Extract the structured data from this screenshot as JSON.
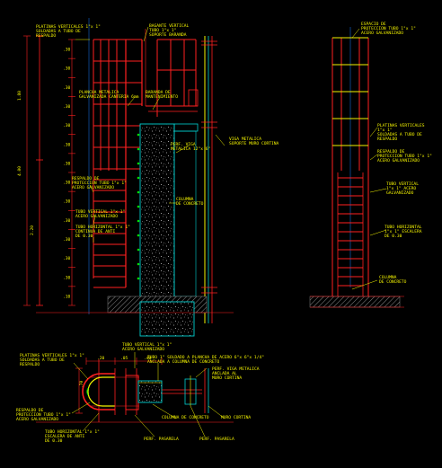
{
  "colors": {
    "background": "#000000",
    "structure": "#ff2020",
    "labels": "#f4f400",
    "concrete": "#00d0d0",
    "hatch": "#9a9a9a",
    "guides": "#1a7cff",
    "leaders": "#00e000",
    "text_white": "#ffffff"
  },
  "elevation_left": {
    "dimensions_outer": [
      "1.80",
      "4.00",
      "2.20"
    ],
    "dimensions_inner": [
      ".30",
      ".30",
      ".30",
      ".30",
      ".30",
      ".30",
      ".30",
      ".30",
      ".30",
      ".30",
      ".30",
      ".30",
      ".30",
      ".10"
    ],
    "labels": [
      "PLATINAS VERTICALES 1\"x 1\"",
      "SOLDADAS A TUBO DE",
      "RESPALDO",
      "BAGANTE VERTICAL",
      "TUBO 1\"x 1\"",
      "SOPORTE BARANDA",
      "PLANCHA METALICA",
      "GALVANIZADA CANTERIA 6mm",
      "BARANDA DE",
      "MANTENIMIENTO",
      "PERF. VIGA",
      "METALICA 12\"x 6\"",
      "VIGA METALICA",
      "SOPORTE MURO CORTINA",
      "RESPALDO DE",
      "PROTECCION TUBO 1\"x 1\"",
      "ACERO GALVANIZADO",
      "COLUMNA",
      "DE CONCRETO",
      "TUBO VERTICAL 1\"x 1\"",
      "ACERO GALVANIZADO",
      "TUBO HORIZONTAL 1\"x 1\"",
      "CONTINUA DE ANTI",
      "DE 0.30"
    ]
  },
  "elevation_right": {
    "labels": [
      "ESPACIO DE",
      "PROTECCION TUBO 1\"x 1\"",
      "ACERO GALVANIZADO",
      "PLATINAS VERTICALES",
      "1\"x 1\"",
      "SOLDADAS A TUBO DE",
      "RESPALDO",
      "RESPALDO DE",
      "PROTECCION TUBO 1\"x 1\"",
      "ACERO GALVANIZADO",
      "TUBO VERTICAL",
      "1\"x 1\" ACERO",
      "GALVANIZADO",
      "TUBO HORIZONTAL",
      "1\"x 1\" ESCALERA",
      "DE 0.30",
      "COLUMNA",
      "DE CONCRETO"
    ]
  },
  "plan_detail": {
    "dimensions": [
      ".70",
      ".20",
      ".05",
      ".40"
    ],
    "labels": [
      "PLATINAS VERTICALES 1\"x 1\"",
      "SOLDADAS A TUBO DE",
      "RESPALDO",
      "TUBO VERTICAL 1\"x 1\"",
      "ACERO GALVANIZADO",
      "TUBO 1\" SOLDADO A PLANCHA DE ACERO 6\"x 6\"x 1/4\"",
      "ANCLADA A COLUMNA DE CONCRETO",
      "PERF. VIGA METALICA",
      "ANCLADA AL",
      "MURO CORTINA",
      "RESPALDO DE",
      "PROTECCION TUBO 1\"x 1\"",
      "ACERO GALVANIZADO",
      "TUBO HORIZONTAL 1\"x 1\"",
      "ESCALERA DE ANTI",
      "DE 0.30",
      "COLUMNA DE CONCRETO",
      "MURO CORTINA",
      "PERF. PASARELA",
      "PERF. PASARELA"
    ]
  }
}
